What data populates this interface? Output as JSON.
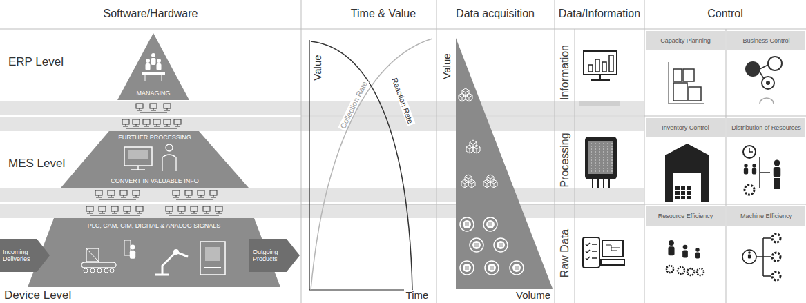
{
  "diagram": {
    "nodes": [
      {
        "text": [
          "MANAGING"
        ]
      },
      {
        "text": [
          "FURTHER PROCESSING",
          "CONVERT IN VALUABLE INFO"
        ]
      },
      {
        "text": [
          "PLC, CAM, CIM, DIGITAL & ANALOG SIGNALS"
        ]
      },
      {
        "text": [
          "Incoming Deliveries"
        ]
      },
      {
        "text": [
          "Outgoing Products"
        ]
      },
      {
        "text": [
          "Capacity Planning"
        ]
      },
      {
        "text": [
          "Business Control"
        ]
      },
      {
        "text": [
          "Inventory Control"
        ]
      },
      {
        "text": [
          "Distribution of Resources"
        ]
      },
      {
        "text": [
          "Resource Efficiency"
        ]
      },
      {
        "text": [
          "Machine Efficiency"
        ]
      }
    ],
    "labels": [
      "Software/Hardware",
      "Time & Value",
      "Data acquisition",
      "Data/Information",
      "Control",
      "ERP Level",
      "MES Level",
      "Device Level",
      "Value",
      "Time",
      "Collection Rate",
      "Reaction Rate",
      "Value",
      "Volume",
      "Information",
      "Processing",
      "Raw Data"
    ]
  }
}
